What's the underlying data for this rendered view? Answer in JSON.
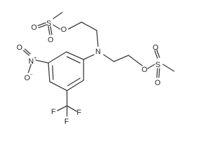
{
  "atoms": {
    "o1": "O",
    "s1": "S",
    "o2": "O",
    "o3": "O",
    "n_amine": "N",
    "o4": "O",
    "s2": "S",
    "o5": "O",
    "o6": "O",
    "n_nitro": "N",
    "n_nitro_charge": "+",
    "o_nitro1": "O",
    "o_nitro2": "O",
    "o_nitro2_charge": "−",
    "f1": "F",
    "f2": "F",
    "f3": "F"
  }
}
